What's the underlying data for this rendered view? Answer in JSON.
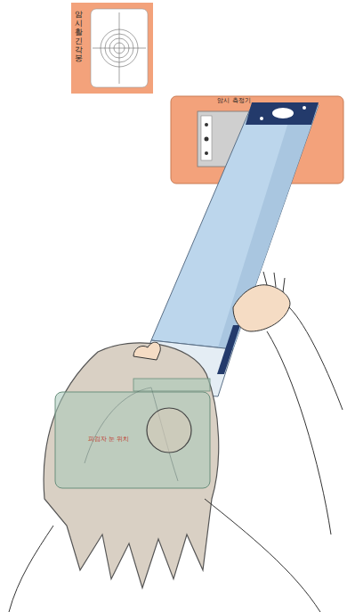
{
  "diagram": {
    "nodes": [
      {
        "text": [
          "암시활긴각봉"
        ]
      },
      {
        "text": [
          "암시 측정기"
        ]
      },
      {
        "text": [
          "피검자 눈 위치"
        ]
      }
    ]
  }
}
